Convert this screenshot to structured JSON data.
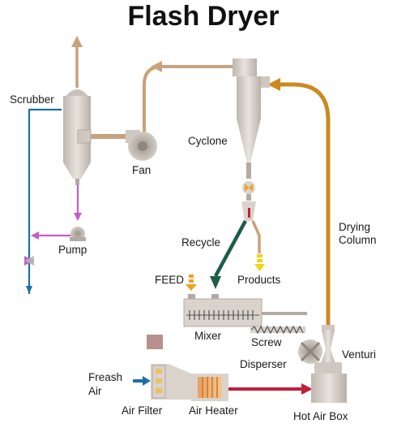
{
  "title": "Flash Dryer",
  "labels": {
    "scrubber": "Scrubber",
    "fan": "Fan",
    "pump": "Pump",
    "cyclone": "Cyclone",
    "recycle": "Recycle",
    "products": "Products",
    "feed": "FEED",
    "mixer": "Mixer",
    "screw": "Screw",
    "disperser": "Disperser",
    "drying_line1": "Drying",
    "drying_line2": "Column",
    "venturi": "Venturi",
    "fresh_air_line1": "Freash",
    "fresh_air_line2": "Air",
    "air_filter": "Air Filter",
    "air_heater": "Air Heater",
    "hot_air_box": "Hot Air Box"
  },
  "colors": {
    "equipment": "#d9d3cc",
    "equipment_dark": "#b3aaa2",
    "duct": "#c8a27c",
    "drying_column": "#cc8a1e",
    "water": "#1f6fa6",
    "pump_line": "#c55cc9",
    "recycle": "#1f5c4a",
    "hot_air": "#c0203a",
    "feed_arrow": "#f0a020",
    "product_arrow": "#f2d21a"
  }
}
